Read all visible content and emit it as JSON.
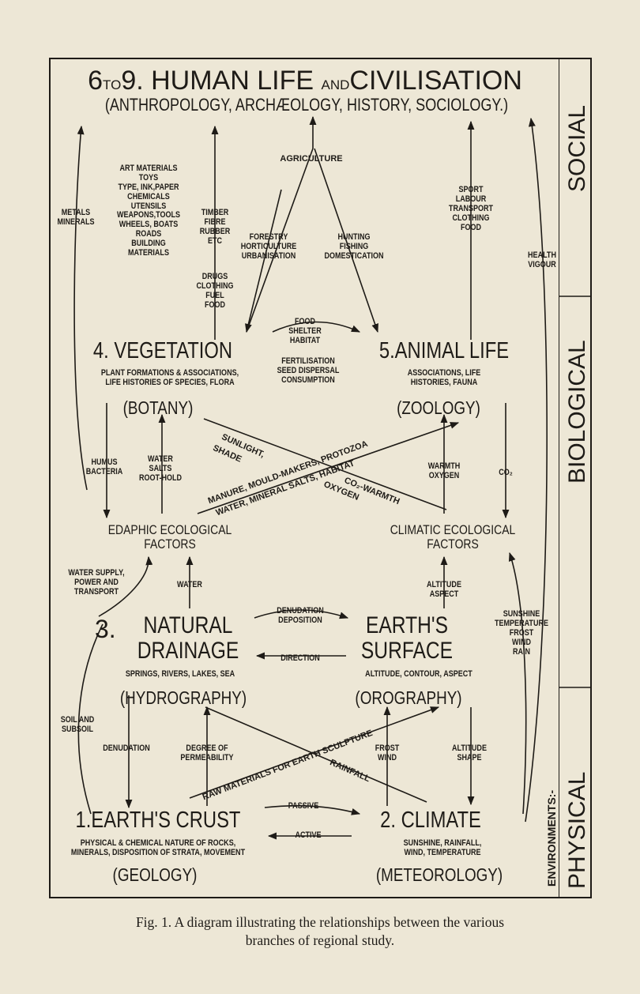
{
  "diagram": {
    "title_a": "6",
    "title_b": "TO",
    "title_c": "9. HUMAN LIFE",
    "title_d": "AND",
    "title_e": "CIVILISATION",
    "subtitle": "(ANTHROPOLOGY, ARCHÆOLOGY, HISTORY, SOCIOLOGY.)",
    "agriculture": "AGRICULTURE",
    "art_materials": "ART MATERIALS\nTOYS\nTYPE, INK,PAPER\nCHEMICALS\nUTENSILS\nWEAPONS,TOOLS\nWHEELS, BOATS\nROADS\nBUILDING\nMATERIALS",
    "metals": "METALS\nMINERALS",
    "timber": "TIMBER\nFIBRE\nRUBBER\nETC",
    "drugs": "DRUGS\nCLOTHING\nFUEL\nFOOD",
    "forestry": "FORESTRY\nHORTICULTURE\nURBANISATION",
    "hunting": "HUNTING\nFISHING\nDOMESTICATION",
    "sport": "SPORT\nLABOUR\nTRANSPORT\nCLOTHING\nFOOD",
    "health": "HEALTH\nVIGOUR",
    "food_shelter": "FOOD\nSHELTER\nHABITAT",
    "fertilisation": "FERTILISATION\nSEED DISPERSAL\nCONSUMPTION",
    "vegetation": "4. VEGETATION",
    "vegetation_sub": "PLANT FORMATIONS & ASSOCIATIONS,\nLIFE HISTORIES OF SPECIES, FLORA",
    "botany": "(BOTANY)",
    "animal": "5.ANIMAL LIFE",
    "animal_sub": "ASSOCIATIONS, LIFE\nHISTORIES, FAUNA",
    "zoology": "(ZOOLOGY)",
    "humus": "HUMUS\nBACTERIA",
    "water_salts": "WATER\nSALTS\nROOT-HOLD",
    "sunlight": "SUNLIGHT,",
    "shade": "SHADE",
    "manure": "MANURE, MOULD-MAKERS, PROTOZOA",
    "water_minerals": "WATER, MINERAL SALTS, HABITAT",
    "co2_warmth": "CO₂-WARMTH",
    "oxygen_diag": "OXYGEN",
    "warmth_oxygen": "WARMTH\nOXYGEN",
    "co2": "CO₂",
    "edaphic": "EDAPHIC ECOLOGICAL\nFACTORS",
    "climatic": "CLIMATIC ECOLOGICAL\nFACTORS",
    "water_supply": "WATER SUPPLY,\nPOWER AND\nTRANSPORT",
    "water": "WATER",
    "altitude_aspect": "ALTITUDE\nASPECT",
    "sunshine_list": "SUNSHINE\nTEMPERATURE\nFROST\nWIND\nRAIN",
    "denudation_dep": "DENUDATION\nDEPOSITION",
    "direction": "DIRECTION",
    "natural_a": "3.",
    "natural_b": "NATURAL\nDRAINAGE",
    "natural_sub": "SPRINGS, RIVERS, LAKES, SEA",
    "hydrography": "(HYDROGRAPHY)",
    "earths_surface": "EARTH'S\nSURFACE",
    "surface_sub": "ALTITUDE, CONTOUR, ASPECT",
    "orography": "(OROGRAPHY)",
    "soil_subsoil": "SOIL AND\nSUBSOIL",
    "denudation": "DENUDATION",
    "degree_perm": "DEGREE OF\nPERMEABILITY",
    "raw_materials": "RAW MATERIALS FOR EARTH SCULPTURE",
    "rainfall": "RAINFALL",
    "frost_wind": "FROST\nWIND",
    "altitude_shape": "ALTITUDE\nSHAPE",
    "earths_crust": "1.EARTH'S CRUST",
    "crust_sub": "PHYSICAL & CHEMICAL NATURE OF ROCKS,\nMINERALS, DISPOSITION OF STRATA, MOVEMENT",
    "geology": "(GEOLOGY)",
    "passive": "PASSIVE",
    "active": "ACTIVE",
    "climate": "2. CLIMATE",
    "climate_sub": "SUNSHINE, RAINFALL,\nWIND, TEMPERATURE",
    "meteorology": "(METEOROLOGY)",
    "social": "SOCIAL",
    "biological": "BIOLOGICAL",
    "physical": "PHYSICAL",
    "environments": "ENVIRONMENTS:-"
  },
  "caption": {
    "line1": "Fig. 1.  A diagram illustrating the relationships between the various",
    "line2": "branches of regional study."
  },
  "colors": {
    "ink": "#1e1b17",
    "paper": "#ede7d6"
  }
}
